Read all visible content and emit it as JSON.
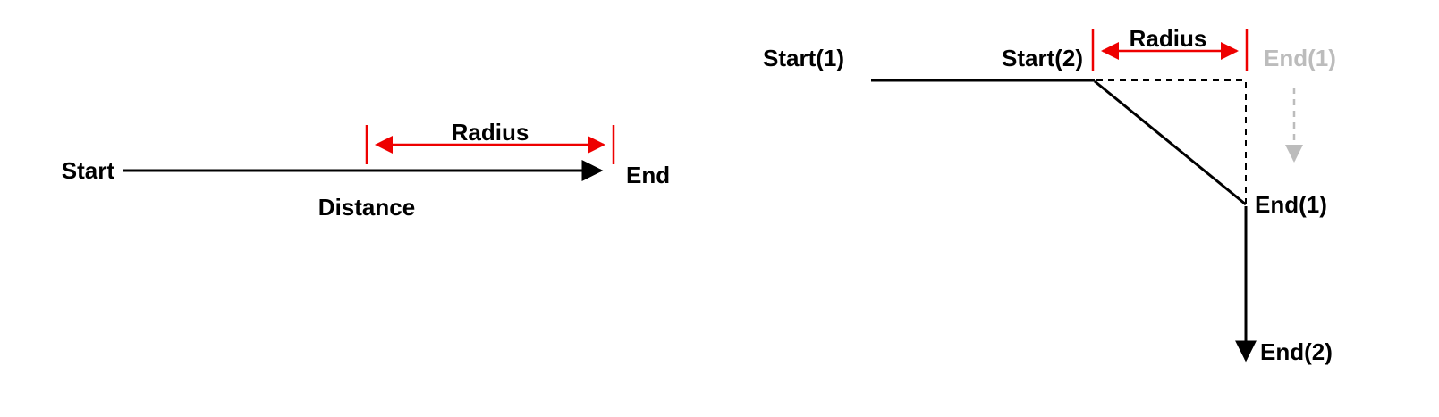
{
  "colors": {
    "line": "#000000",
    "measure": "#ee0000",
    "ghost": "#bcbcbc",
    "background": "#ffffff"
  },
  "left_diagram": {
    "start_label": "Start",
    "end_label": "End",
    "radius_label": "Radius",
    "distance_label": "Distance"
  },
  "right_diagram": {
    "start1_label": "Start(1)",
    "start2_label": "Start(2)",
    "radius_label": "Radius",
    "end1_ghost_label": "End(1)",
    "end1_label": "End(1)",
    "end2_label": "End(2)"
  }
}
